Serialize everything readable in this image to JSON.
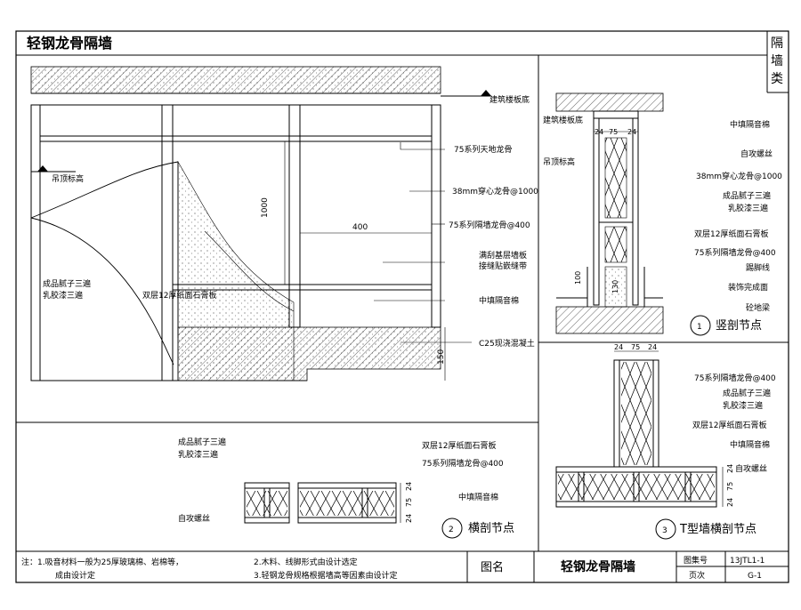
{
  "title": "轻钢龙骨隔墙",
  "side_tab": [
    "隔",
    "墙",
    "类"
  ],
  "main_section": {
    "labels": {
      "floor_slab": "建筑楼板底",
      "ceiling_elev": "吊顶标高",
      "runner": "75系列天地龙骨",
      "channel": "38mm穿心龙骨@1000",
      "stud": "75系列隔墙龙骨@400",
      "joint": [
        "满刮基层墙板",
        "接缝贴嵌缝带"
      ],
      "insulation": "中填隔音棉",
      "concrete": "C25现浇混凝土",
      "putty": [
        "成品腻子三遍",
        "乳胶漆三遍"
      ],
      "board": "双层12厚纸面石膏板"
    },
    "dims": {
      "spacing_v": "1000",
      "spacing_h": "400",
      "base": "150"
    }
  },
  "vertical_node": {
    "labels": {
      "floor_slab": "建筑楼板底",
      "ceiling_elev": "吊顶标高",
      "insulation": "中填隔音棉",
      "screw": "自攻螺丝",
      "channel": "38mm穿心龙骨@1000",
      "putty": "成品腻子三遍",
      "latex": "乳胶漆三遍",
      "board": "双层12厚纸面石膏板",
      "stud": "75系列隔墙龙骨@400",
      "skirting": "踢脚线",
      "finish": "装饰完成面",
      "beam": "砼地梁"
    },
    "dims": {
      "w1": "24",
      "w2": "75",
      "w3": "24",
      "h1": "100",
      "h2": "130"
    },
    "number": "1",
    "caption": "竖剖节点"
  },
  "horizontal_node": {
    "labels": {
      "putty": "成品腻子三遍",
      "latex": "乳胶漆三遍",
      "board": "双层12厚纸面石膏板",
      "stud": "75系列隔墙龙骨@400",
      "insulation": "中填隔音棉",
      "screw": "自攻螺丝"
    },
    "dims": {
      "a": "24",
      "b": "75",
      "c": "24"
    },
    "number": "2",
    "caption": "横剖节点"
  },
  "t_node": {
    "labels": {
      "stud": "75系列隔墙龙骨@400",
      "putty": "成品腻子三遍",
      "latex": "乳胶漆三遍",
      "board": "双层12厚纸面石膏板",
      "insulation": "中填隔音棉",
      "screw": "自攻螺丝"
    },
    "dims": {
      "a": "24",
      "b": "75",
      "c": "24",
      "side_a": "24",
      "side_b": "75",
      "side_c": "24"
    },
    "number": "3",
    "caption": "T型墙横剖节点"
  },
  "footer": {
    "notes": [
      "注：1.吸音材料一般为25厚玻璃棉、岩棉等，",
      "成由设计定",
      "2.木料、线脚形式由设计选定",
      "3.轻钢龙骨规格根据墙高等因素由设计定"
    ],
    "drawing_name_label": "图名",
    "drawing_name": "轻钢龙骨隔墙",
    "drawing_no_label": "图集号",
    "drawing_no": "13JTL1-1",
    "page_label": "页次",
    "page": "G-1"
  }
}
